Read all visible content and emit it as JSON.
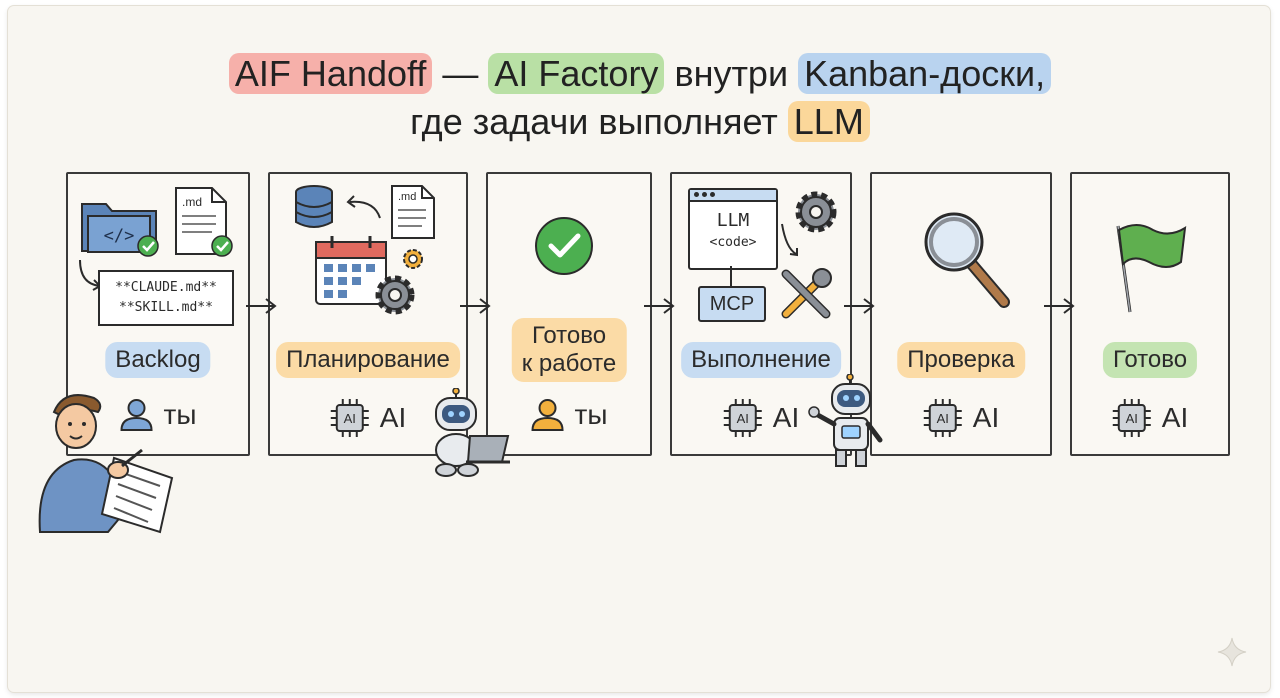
{
  "title": {
    "line1": {
      "part1": "AIF Handoff",
      "dash": " — ",
      "part2": "AI Factory",
      "mid": " внутри ",
      "part3": "Kanban-доски,"
    },
    "line2": {
      "pre": "где задачи выполняет ",
      "part": "LLM"
    }
  },
  "columns": [
    {
      "stage": "Backlog",
      "owner": "ты",
      "owner_icon": "user-icon",
      "stage_color": "#c7dcf2",
      "file_label": ".md",
      "note_line1": "**CLAUDE.md**",
      "note_line2": "**SKILL.md**"
    },
    {
      "stage": "Планирование",
      "owner": "AI",
      "owner_icon": "ai-chip-icon",
      "chip_label": "AI",
      "stage_color": "#fbdba6",
      "file_label": ".md"
    },
    {
      "stage_line1": "Готово",
      "stage_line2": "к работе",
      "owner": "ты",
      "owner_icon": "user-icon",
      "stage_color": "#fbdba6"
    },
    {
      "stage": "Выполнение",
      "owner": "AI",
      "owner_icon": "ai-chip-icon",
      "chip_label": "AI",
      "stage_color": "#c7dcf2",
      "window_line1": "LLM",
      "window_line2": "<code>",
      "mcp_label": "MCP"
    },
    {
      "stage": "Проверка",
      "owner": "AI",
      "owner_icon": "ai-chip-icon",
      "chip_label": "AI",
      "stage_color": "#fbdba6"
    },
    {
      "stage": "Готово",
      "owner": "AI",
      "owner_icon": "ai-chip-icon",
      "chip_label": "AI",
      "stage_color": "#c4e4b2"
    }
  ],
  "colors": {
    "check_green": "#4caf50",
    "flag_green": "#5faf4f",
    "ink": "#2b2b2b",
    "user_blue": "#7ea6d6",
    "user_orange": "#f2b03d"
  }
}
